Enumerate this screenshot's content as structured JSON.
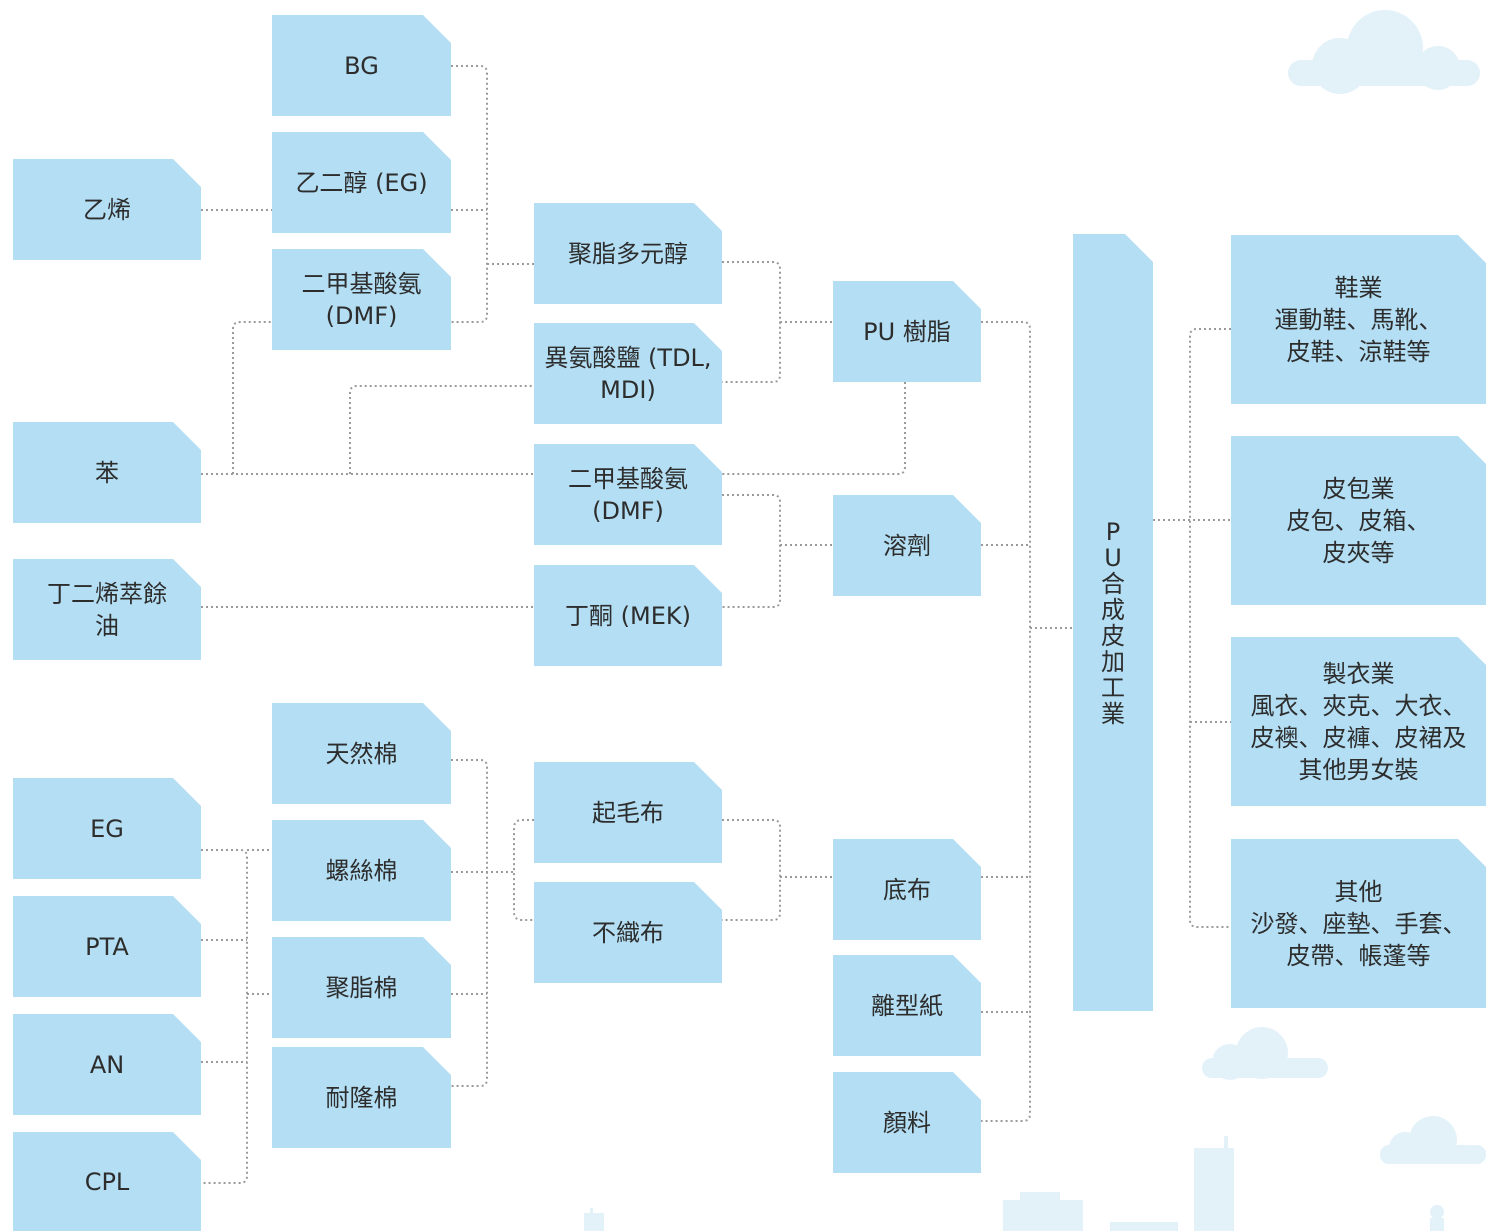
{
  "nodes": {
    "bg": "BG",
    "eg_glycol": "乙二醇 (EG)",
    "dmf_top": "二甲基酸氨\n(DMF)",
    "ethylene": "乙烯",
    "benzene": "苯",
    "butadiene": "丁二烯萃餘\n油",
    "polyol": "聚脂多元醇",
    "isocyanate": "異氨酸鹽 (TDL,\nMDI)",
    "dmf_mid": "二甲基酸氨\n(DMF)",
    "mek": "丁酮 (MEK)",
    "pu_resin": "PU 樹脂",
    "solvent": "溶劑",
    "pu_industry": "PU合成皮加工業",
    "cotton_natural": "天然棉",
    "cotton_rayon": "螺絲棉",
    "cotton_polyester": "聚脂棉",
    "cotton_nylon": "耐隆棉",
    "raised_cloth": "起毛布",
    "nonwoven": "不織布",
    "base_cloth": "底布",
    "release_paper": "離型紙",
    "pigment": "顏料",
    "eg": "EG",
    "pta": "PTA",
    "an": "AN",
    "cpl": "CPL",
    "shoes": "鞋業\n運動鞋、馬靴、\n皮鞋、涼鞋等",
    "leather_bags": "皮包業\n皮包、皮箱、\n皮夾等",
    "garment": "製衣業\n風衣、夾克、大衣、\n皮襖、皮褲、皮裙及\n其他男女裝",
    "others": "其他\n沙發、座墊、手套、\n皮帶、帳蓬等"
  },
  "colors": {
    "node_fill": "#b3def3",
    "connector": "#9a9a9a",
    "decoration": "#e3f1f9"
  }
}
